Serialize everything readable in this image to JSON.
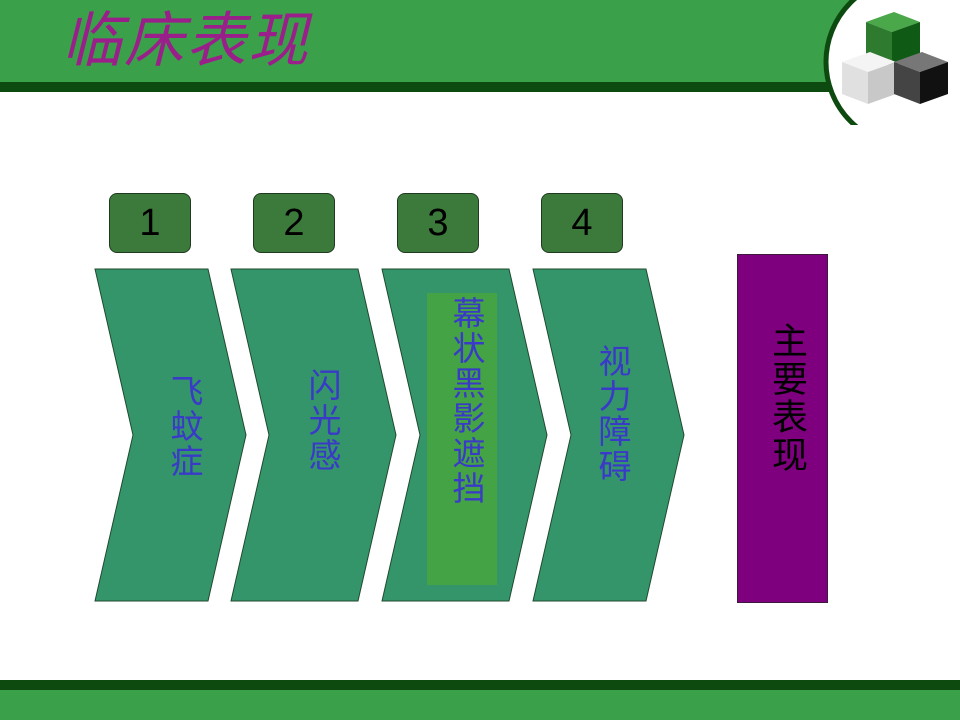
{
  "slide": {
    "title": "临床表现"
  },
  "steps": [
    {
      "number": "1",
      "label": "飞蚊症"
    },
    {
      "number": "2",
      "label": "闪光感"
    },
    {
      "number": "3",
      "label": "幕状黑影遮挡"
    },
    {
      "number": "4",
      "label": "视力障碍"
    }
  ],
  "summary": {
    "label": "主要表现"
  },
  "colors": {
    "header_green": "#3aa14a",
    "dark_green": "#0d4a0f",
    "chevron_green": "#35956a",
    "number_box": "#3c7a3c",
    "title_magenta": "#9b1f8a",
    "step_text_blue": "#3a3ac8",
    "summary_purple": "#7e007e"
  }
}
